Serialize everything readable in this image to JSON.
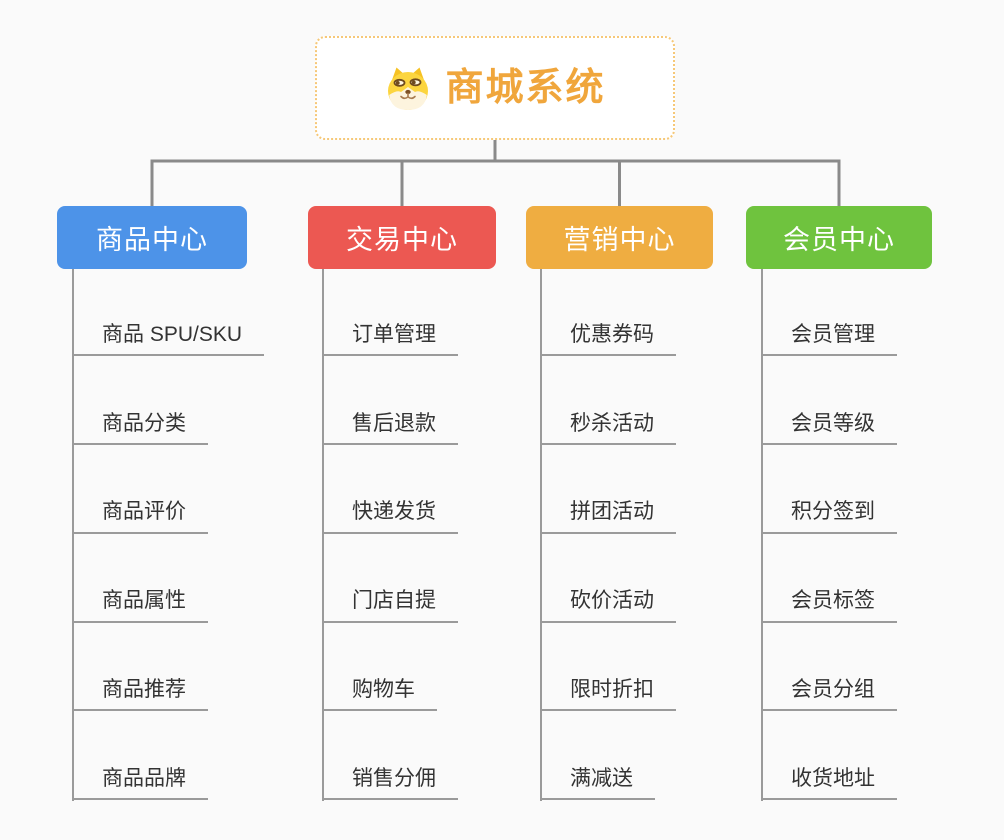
{
  "root": {
    "title": "商城系统",
    "icon": "doge-icon",
    "accent_color": "#f0a63c",
    "border_color": "#f6c878"
  },
  "connector_color": "#8a8a8a",
  "branches": [
    {
      "label": "商品中心",
      "color": "#4d93e8",
      "items": [
        "商品 SPU/SKU",
        "商品分类",
        "商品评价",
        "商品属性",
        "商品推荐",
        "商品品牌"
      ]
    },
    {
      "label": "交易中心",
      "color": "#ec5852",
      "items": [
        "订单管理",
        "售后退款",
        "快递发货",
        "门店自提",
        "购物车",
        "销售分佣"
      ]
    },
    {
      "label": "营销中心",
      "color": "#efad41",
      "items": [
        "优惠券码",
        "秒杀活动",
        "拼团活动",
        "砍价活动",
        "限时折扣",
        "满减送"
      ]
    },
    {
      "label": "会员中心",
      "color": "#6fc33e",
      "items": [
        "会员管理",
        "会员等级",
        "积分签到",
        "会员标签",
        "会员分组",
        "收货地址"
      ]
    }
  ]
}
